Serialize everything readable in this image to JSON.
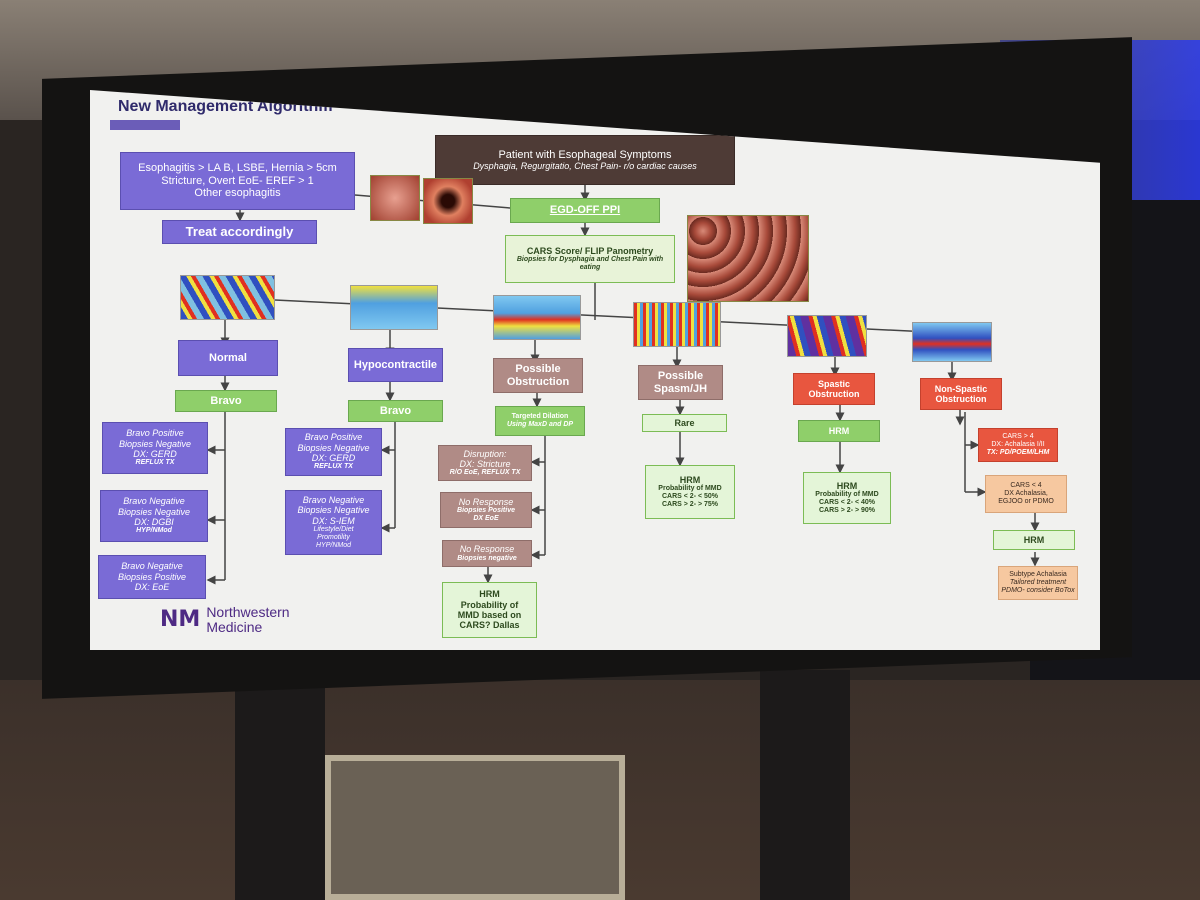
{
  "slide": {
    "title": "New Management Algorithm",
    "top": {
      "title": "Patient with Esophageal Symptoms",
      "subtitle": "Dysphagia, Regurgitatio, Chest Pain- r/o cardiac causes"
    },
    "esophagitis": {
      "line1": "Esophagitis > LA B, LSBE, Hernia > 5cm",
      "line2": "Stricture, Overt EoE- EREF > 1",
      "line3": "Other esophagitis"
    },
    "treat": "Treat accordingly",
    "egd": "EGD-OFF PPI",
    "cars": {
      "line1": "CARS Score/ FLIP Panometry",
      "line2": "Biopsies for Dysphagia and Chest Pain with eating"
    },
    "branches": {
      "normal": "Normal",
      "hypocontractile": "Hypocontractile",
      "possible_obstruction": "Possible Obstruction",
      "possible_spasm": "Possible Spasm/JH",
      "spastic_obstruction": "Spastic Obstruction",
      "non_spastic_obstruction": "Non-Spastic Obstruction"
    },
    "normal_col": {
      "bravo": "Bravo",
      "gerd": {
        "l1": "Bravo Positive",
        "l2": "Biopsies Negative",
        "l3": "DX: GERD",
        "l4": "REFLUX TX"
      },
      "dgbi": {
        "l1": "Bravo Negative",
        "l2": "Biopsies Negative",
        "l3": "DX: DGBI",
        "l4": "HYP/NMod"
      },
      "eoe": {
        "l1": "Bravo Negative",
        "l2": "Biopsies Positive",
        "l3": "DX: EoE"
      }
    },
    "hypo_col": {
      "bravo": "Bravo",
      "gerd": {
        "l1": "Bravo Positive",
        "l2": "Biopsies Negative",
        "l3": "DX: GERD",
        "l4": "REFLUX TX"
      },
      "siem": {
        "l1": "Bravo Negative",
        "l2": "Biopsies Negative",
        "l3": "DX: S-IEM",
        "l4": "Lifestyle/Diet",
        "l5": "Promotility",
        "l6": "HYP/NMod"
      }
    },
    "obstruction_col": {
      "targeted": {
        "l1": "Targeted Dilation",
        "l2": "Using MaxD and DP"
      },
      "disruption": {
        "l1": "Disruption:",
        "l2": "DX: Stricture",
        "l3": "R/O EoE, REFLUX TX"
      },
      "noresp1": {
        "l1": "No Response",
        "l2": "Biopsies Positive",
        "l3": "DX EoE"
      },
      "noresp2": {
        "l1": "No Response",
        "l2": "Biopsies negative"
      },
      "hrm": {
        "l1": "HRM",
        "l2": "Probability of",
        "l3": "MMD based on",
        "l4": "CARS? Dallas"
      }
    },
    "spasm_col": {
      "rare": "Rare",
      "hrm": {
        "l1": "HRM",
        "l2": "Probability of MMD",
        "l3": "CARS < 2- < 50%",
        "l4": "CARS > 2- > 75%"
      }
    },
    "spastic_col": {
      "hrm_label": "HRM",
      "hrm": {
        "l1": "HRM",
        "l2": "Probability of MMD",
        "l3": "CARS < 2- < 40%",
        "l4": "CARS > 2- > 90%"
      }
    },
    "nonspastic_col": {
      "cars4": {
        "l1": "CARS > 4",
        "l2": "DX: Achalasia I/II",
        "l3": "TX: PD/POEM/LHM"
      },
      "carslt4": {
        "l1": "CARS < 4",
        "l2": "DX Achalasia,",
        "l3": "EGJOO or PDMO"
      },
      "hrm": "HRM",
      "subtype": {
        "l1": "Subtype Achalasia",
        "l2": "Tailored treatment",
        "l3": "PDMO- consider BoTox"
      }
    },
    "logo": {
      "mark": "NM",
      "l1": "Northwestern",
      "l2": "Medicine"
    }
  },
  "colors": {
    "purple": "#7a6bd6",
    "green": "#8fcf6a",
    "mauve": "#b08b86",
    "red": "#e8563f",
    "peach": "#f6c8a0",
    "dark": "#4e3b36",
    "title": "#2f2a6b"
  }
}
